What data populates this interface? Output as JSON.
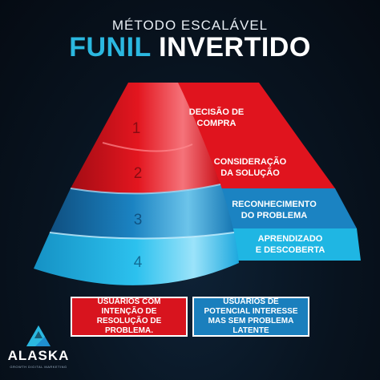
{
  "header": {
    "subtitle": "MÉTODO ESCALÁVEL",
    "title_accent": "FUNIL",
    "title_main": "INVERTIDO"
  },
  "stages": [
    {
      "number": "1",
      "label_line1": "DECISÃO DE",
      "label_line2": "COMPRA",
      "color": "#e0141e"
    },
    {
      "number": "2",
      "label_line1": "CONSIDERAÇÃO",
      "label_line2": "DA SOLUÇÃO",
      "color": "#e0141e"
    },
    {
      "number": "3",
      "label_line1": "RECONHECIMENTO",
      "label_line2": "DO PROBLEMA",
      "color": "#1b83c2"
    },
    {
      "number": "4",
      "label_line1": "APRENDIZADO",
      "label_line2": "E DESCOBERTA",
      "color": "#1fb6e3"
    }
  ],
  "legend": {
    "red_text": "USUÁRIOS COM INTENÇÃO DE RESOLUÇÃO DE PROBLEMA.",
    "blue_text": "USUÁRIOS DE POTENCIAL INTERESSE MAS SEM PROBLEMA LATENTE"
  },
  "logo": {
    "name": "ALASKA",
    "tagline": "GROWTH DIGITAL MARKETING"
  },
  "colors": {
    "accent": "#2bb8e0",
    "red": "#e0141e",
    "blue": "#1b83c2",
    "light_blue": "#1fb6e3",
    "background": "#08131f"
  }
}
